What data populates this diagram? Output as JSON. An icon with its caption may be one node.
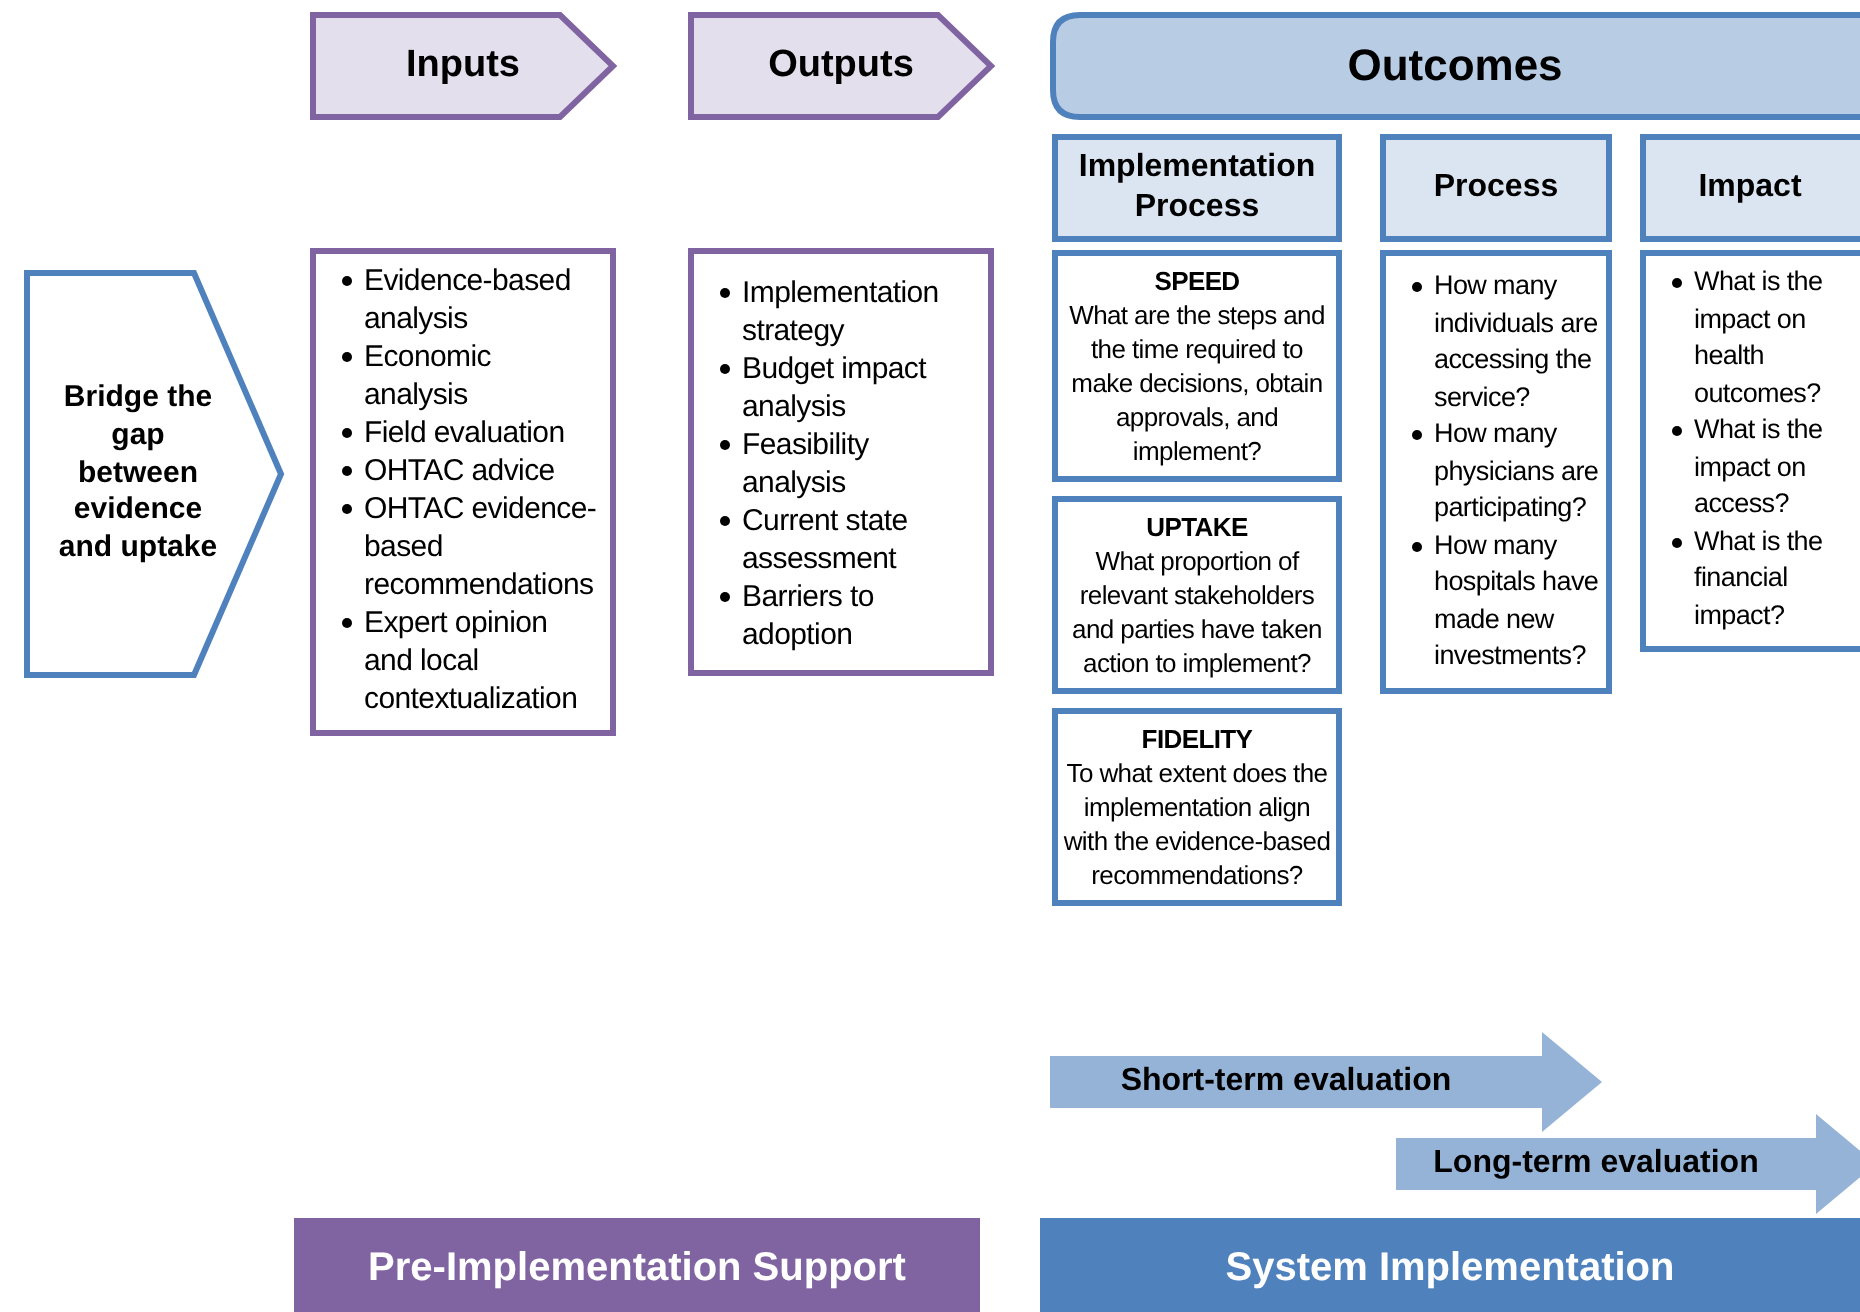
{
  "diagram": {
    "nodes": [
      {
        "text": [
          "Inputs"
        ]
      },
      {
        "text": [
          "Outputs"
        ]
      },
      {
        "text": [
          "Outcomes"
        ]
      },
      {
        "text": [
          "Bridge the gap between evidence and uptake"
        ]
      },
      {
        "text": [
          "Evidence-based analysis",
          "Economic analysis",
          "Field evaluation",
          "OHTAC advice",
          "OHTAC evidence-based recommendations",
          "Expert opinion and local contextualization"
        ]
      },
      {
        "text": [
          "Implementation strategy",
          "Budget impact analysis",
          "Feasibility analysis",
          "Current state assessment",
          "Barriers to adoption"
        ]
      },
      {
        "text": [
          "Implementation Process"
        ]
      },
      {
        "text": [
          "Process"
        ]
      },
      {
        "text": [
          "Impact"
        ]
      },
      {
        "text": [
          "SPEED",
          "What are the steps and the time required to make decisions, obtain approvals, and implement?"
        ]
      },
      {
        "text": [
          "How many individuals are accessing the service?",
          "How many physicians are participating?",
          "How many hospitals have made new investments?"
        ]
      },
      {
        "text": [
          "What is the impact on health outcomes?",
          "What is the impact  on access?",
          "What is the financial impact?"
        ]
      },
      {
        "text": [
          "UPTAKE",
          "What proportion of relevant stakeholders and parties have taken action to implement?"
        ]
      },
      {
        "text": [
          "FIDELITY",
          "To what extent does the implementation align with the evidence-based recommendations?"
        ]
      },
      {
        "text": [
          "Short-term evaluation"
        ]
      },
      {
        "text": [
          "Long-term evaluation"
        ]
      },
      {
        "text": [
          "Pre-Implementation Support"
        ]
      },
      {
        "text": [
          "System Implementation"
        ]
      }
    ]
  }
}
